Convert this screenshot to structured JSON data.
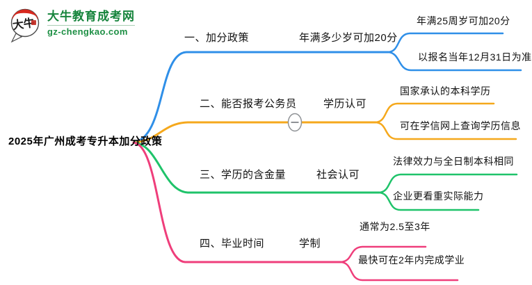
{
  "logo": {
    "badge_text": "大牛",
    "title": "大牛教育成考网",
    "subtitle": "gz-chengkao.com"
  },
  "root": {
    "label": "2025年广州成考专升本加分政策"
  },
  "branches": [
    {
      "color": "#2f8fe8",
      "topic": "一、加分政策",
      "subtopic": "年满多少岁可加20分",
      "children": [
        "年满25周岁可加20分",
        "以报名当年12月31日为准"
      ]
    },
    {
      "color": "#f5a81c",
      "topic": "二、能否报考公务员",
      "subtopic": "学历认可",
      "collapse_marker": "−",
      "children": [
        "国家承认的本科学历",
        "可在学信网上查询学历信息"
      ]
    },
    {
      "color": "#1fc36a",
      "topic": "三、学历的含金量",
      "subtopic": "社会认可",
      "children": [
        "法律效力与全日制本科相同",
        "企业更看重实际能力"
      ]
    },
    {
      "color": "#ef3e7b",
      "topic": "四、毕业时间",
      "subtopic": "学制",
      "children": [
        "通常为2.5至3年",
        "最快可在2年内完成学业"
      ]
    }
  ],
  "colors": {
    "logo_green": "#16843c",
    "toggle_gray": "#8f9296",
    "text_black": "#111111"
  }
}
